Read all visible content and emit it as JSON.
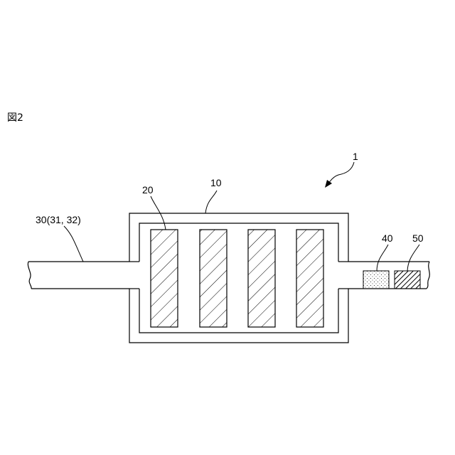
{
  "figure": {
    "label": "図2"
  },
  "labels": {
    "device": "1",
    "housing": "10",
    "elements": "20",
    "pipe": "30(31, 32)",
    "part_a": "40",
    "part_b": "50"
  },
  "colors": {
    "line": "#000000",
    "background": "#ffffff"
  }
}
